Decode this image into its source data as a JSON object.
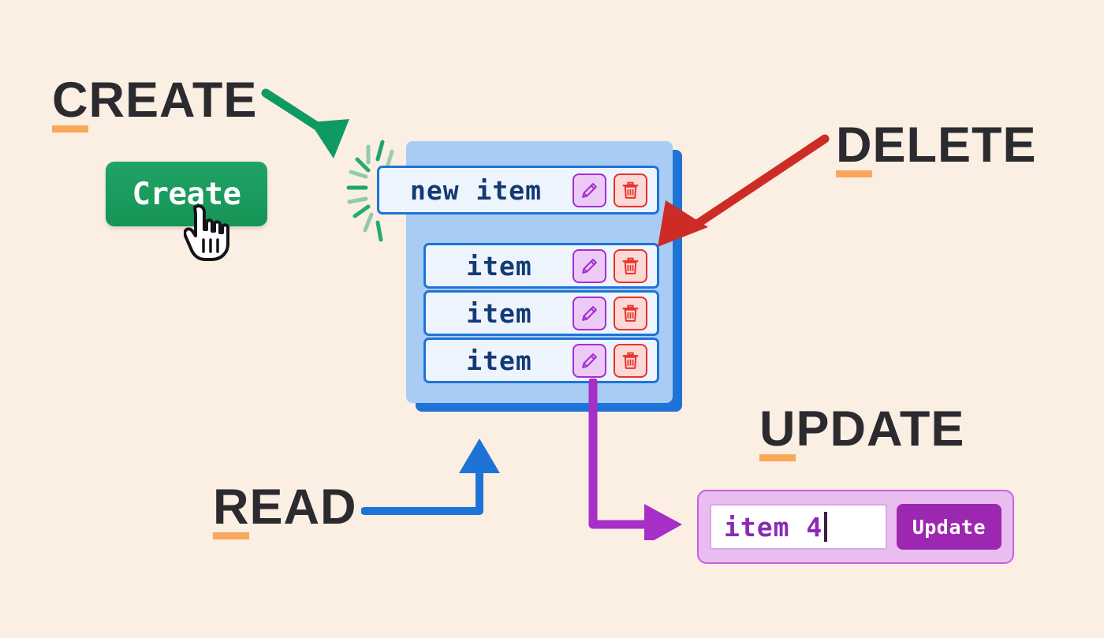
{
  "background_color": "#fbeee2",
  "labels": {
    "create": {
      "text": "CREATE",
      "color": "#2b2b2f",
      "underline_color": "#f9a75a"
    },
    "delete": {
      "text": "DELETE",
      "color": "#2b2b2f",
      "underline_color": "#f9a75a"
    },
    "read": {
      "text": "READ",
      "color": "#2b2b2f",
      "underline_color": "#f9a75a"
    },
    "update": {
      "text": "UPDATE",
      "color": "#2b2b2f",
      "underline_color": "#f9a75a"
    }
  },
  "create_button": {
    "label": "Create",
    "color": "#1a9b60",
    "text_color": "#ffffff"
  },
  "cursor": {
    "icon": "pointing-hand-cursor"
  },
  "list_panel": {
    "panel_color": "#a9ccf5",
    "shadow_color": "#1e74d6",
    "row_border_color": "#1e74d6",
    "row_background": "#eef4fd",
    "row_text_color": "#123a74",
    "rows": [
      {
        "text": "new item",
        "edit_icon": "pencil-icon",
        "delete_icon": "trash-icon",
        "highlighted": true
      },
      {
        "text": "item",
        "edit_icon": "pencil-icon",
        "delete_icon": "trash-icon",
        "highlighted": false
      },
      {
        "text": "item",
        "edit_icon": "pencil-icon",
        "delete_icon": "trash-icon",
        "highlighted": false
      },
      {
        "text": "item",
        "edit_icon": "pencil-icon",
        "delete_icon": "trash-icon",
        "highlighted": false
      }
    ]
  },
  "icon_colors": {
    "edit_border": "#a42fd0",
    "edit_background": "#eccaf5",
    "edit_glyph": "#a42fd0",
    "delete_border": "#e8332a",
    "delete_background": "#fcd9d6",
    "delete_glyph": "#e8332a"
  },
  "update_panel": {
    "input_value": "item 4",
    "input_placeholder": "item 4",
    "button_label": "Update",
    "panel_color": "#e9bdf0",
    "button_color": "#9c27b0",
    "text_color": "#8b2bb5"
  },
  "arrows": {
    "create": {
      "name": "create-arrow",
      "color": "#109a63",
      "direction": "down-right"
    },
    "delete": {
      "name": "delete-arrow",
      "color": "#cd2b26",
      "direction": "down-left"
    },
    "read": {
      "name": "read-arrow",
      "color": "#1e74d6",
      "direction": "right-up"
    },
    "update": {
      "name": "update-arrow",
      "color": "#a62fc8",
      "direction": "down-right"
    }
  },
  "sparkles": {
    "name": "sparkle-lines",
    "color": "#12a265",
    "count": 10
  }
}
